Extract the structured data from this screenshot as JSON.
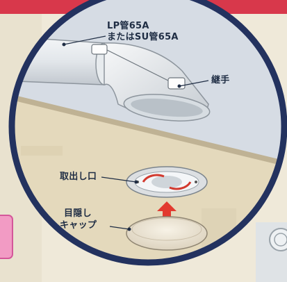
{
  "labels": {
    "pipe_line1": "LP管65A",
    "pipe_line2": "またはSU管65A",
    "joint": "継手",
    "outlet": "取出し口",
    "cap_line1": "目隠し",
    "cap_line2": "キャップ"
  },
  "colors": {
    "circle_border": "#23325f",
    "top_band": "#d8384b",
    "ceiling": "#e4d9bc",
    "arrow": "#e23a2f",
    "label_text": "#1f2d44"
  },
  "icons": [
    "outlet-ring-icon",
    "up-arrow-icon",
    "cap-disc-icon",
    "duct-pipe-icon",
    "joint-icon"
  ]
}
